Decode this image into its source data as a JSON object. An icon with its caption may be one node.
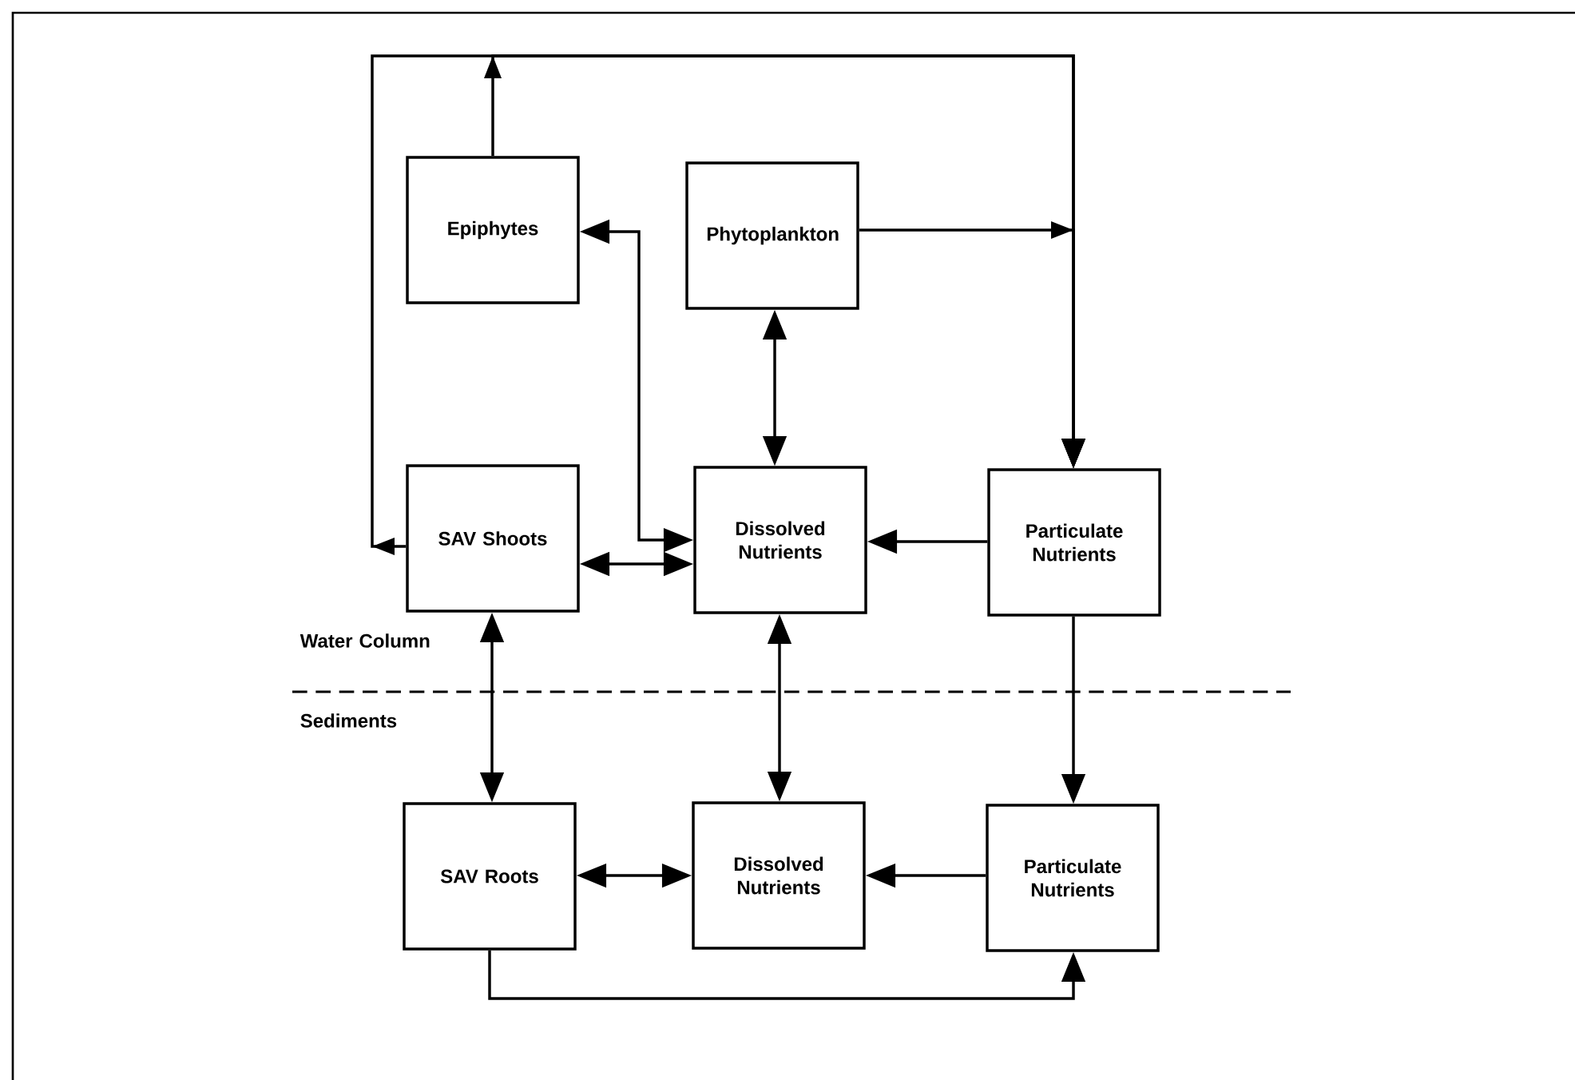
{
  "diagram": {
    "nodes": [
      {
        "text": [
          "Epiphytes"
        ]
      },
      {
        "text": [
          "Phytoplankton"
        ]
      },
      {
        "text": [
          "SAV Shoots"
        ]
      },
      {
        "text": [
          "Dissolved Nutrients"
        ]
      },
      {
        "text": [
          "Particulate Nutrients"
        ]
      },
      {
        "text": [
          "SAV Roots"
        ]
      },
      {
        "text": [
          "Dissolved Nutrients"
        ]
      },
      {
        "text": [
          "Particulate Nutrients"
        ]
      }
    ],
    "edges": [
      {
        "from": 2,
        "to": 4,
        "arrow": "to"
      },
      {
        "from": 0,
        "to": 4,
        "arrow": "to"
      },
      {
        "from": 1,
        "to": 4,
        "arrow": "to"
      },
      {
        "from": 0,
        "to": 3,
        "arrow": "both"
      },
      {
        "from": 2,
        "to": 3,
        "arrow": "both"
      },
      {
        "from": 1,
        "to": 3,
        "arrow": "both"
      },
      {
        "from": 4,
        "to": 3,
        "arrow": "to"
      },
      {
        "from": 2,
        "to": 5,
        "arrow": "both"
      },
      {
        "from": 3,
        "to": 6,
        "arrow": "both"
      },
      {
        "from": 4,
        "to": 7,
        "arrow": "to"
      },
      {
        "from": 5,
        "to": 6,
        "arrow": "both"
      },
      {
        "from": 7,
        "to": 6,
        "arrow": "to"
      },
      {
        "from": 5,
        "to": 7,
        "arrow": "to"
      }
    ],
    "labels": [
      "Water Column",
      "Sediments"
    ]
  }
}
